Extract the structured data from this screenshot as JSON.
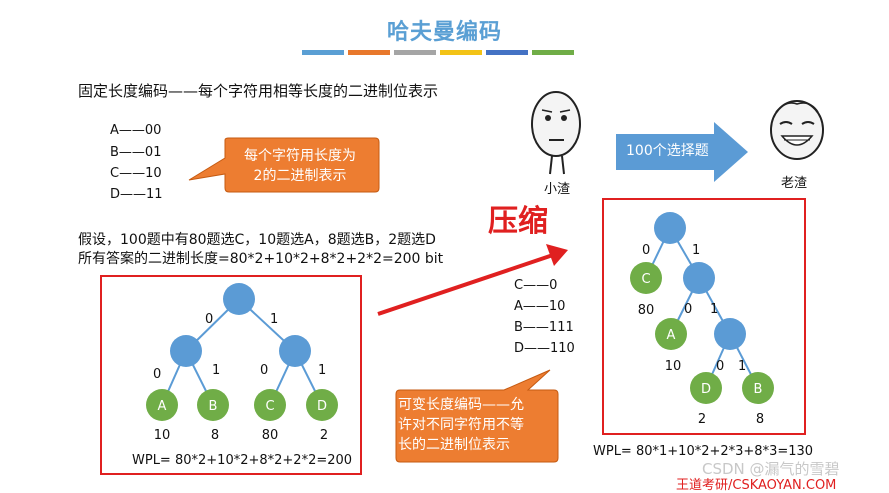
{
  "title": "哈夫曼编码",
  "stripe_colors": [
    "#5a9fd4",
    "#e8782c",
    "#a5a5a5",
    "#f3c316",
    "#4472c4",
    "#70ad47"
  ],
  "fixed_heading": "固定长度编码——每个字符用相等长度的二进制位表示",
  "fixed_codes": [
    "A——00",
    "B——01",
    "C——10",
    "D——11"
  ],
  "callout_fixed": "每个字符用长度为 2的二进制表示",
  "callout_fixed_lines": [
    "每个字符用长度为",
    "2的二进制表示"
  ],
  "assume_line1": "假设，100题中有80题选C，10题选A，8题选B，2题选D",
  "assume_line2": "所有答案的二进制长度=80*2+10*2+8*2+2*2=200 bit",
  "compress_label": "压缩",
  "arrow_label": "100个选择题",
  "face_left_label": "小渣",
  "face_right_label": "老渣",
  "var_codes": [
    "C——0",
    "A——10",
    "B——111",
    "D——110"
  ],
  "callout_var_lines": [
    "可变长度编码——允",
    "许对不同字符用不等",
    "长的二进制位表示"
  ],
  "left_tree": {
    "edge_labels": [
      "0",
      "1",
      "0",
      "1",
      "0",
      "1"
    ],
    "leaves": [
      {
        "name": "A",
        "weight": "10"
      },
      {
        "name": "B",
        "weight": "8"
      },
      {
        "name": "C",
        "weight": "80"
      },
      {
        "name": "D",
        "weight": "2"
      }
    ],
    "wpl": "WPL= 80*2+10*2+8*2+2*2=200"
  },
  "right_tree": {
    "edge_labels": [
      "0",
      "1",
      "0",
      "1",
      "0",
      "1"
    ],
    "leaves": [
      {
        "name": "C",
        "weight": "80"
      },
      {
        "name": "A",
        "weight": "10"
      },
      {
        "name": "D",
        "weight": "2"
      },
      {
        "name": "B",
        "weight": "8"
      }
    ],
    "wpl": "WPL= 80*1+10*2+2*3+8*3=130"
  },
  "watermark": "CSDN @漏气的雪碧",
  "footer": "王道考研/CSKAOYAN.COM",
  "colors": {
    "node_blue": "#5b9bd5",
    "leaf_green": "#70ad47",
    "callout_orange": "#ed7d31",
    "arrow_blue": "#5b9bd5",
    "accent_red": "#e02020"
  }
}
